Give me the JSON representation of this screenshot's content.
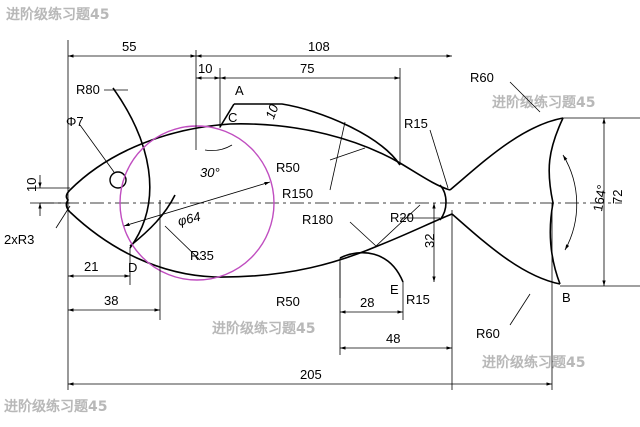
{
  "watermarks": [
    "进阶级练习题45",
    "进阶级练习题45",
    "进阶级练习题45",
    "进阶级练习题45",
    "进阶级练习题45"
  ],
  "colors": {
    "line": "#000000",
    "circle": "#c04ec0",
    "watermark": "#b8b8b8"
  },
  "dimensions": {
    "d55": "55",
    "d108": "108",
    "d10_top": "10",
    "d75": "75",
    "d10_vert": "10",
    "d21": "21",
    "d38": "38",
    "d28": "28",
    "d48": "48",
    "d205": "205",
    "d32": "32",
    "d72": "72",
    "angle164": "164°",
    "angle30": "30°",
    "d10_slant": "10"
  },
  "labels": {
    "r80": "R80",
    "phi7": "Φ7",
    "r50_top": "R50",
    "r150": "R150",
    "r15_top": "R15",
    "r60_top": "R60",
    "phi64": "φ64",
    "r35": "R35",
    "r180": "R180",
    "r20": "R20",
    "r50_bot": "R50",
    "r15_bot": "R15",
    "r60_bot": "R60",
    "r3": "2xR3",
    "pa": "A",
    "pb": "B",
    "pc": "C",
    "pd": "D",
    "pe": "E"
  }
}
